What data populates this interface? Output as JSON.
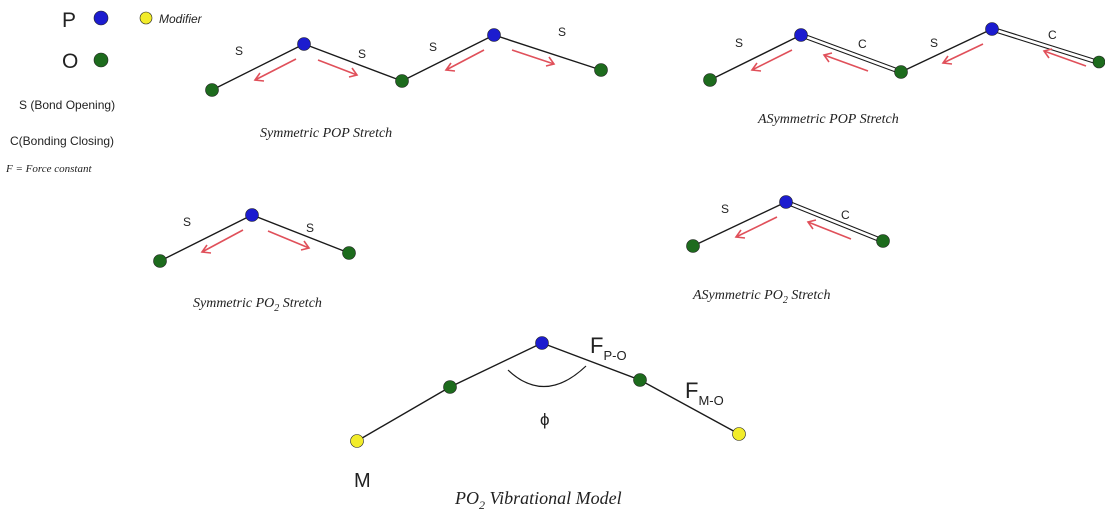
{
  "legend": {
    "p_letter": "P",
    "o_letter": "O",
    "modifier_label": "Modifier",
    "s_label": "S (Bond Opening)",
    "c_label": "C(Bonding Closing)",
    "f_label": "F = Force constant"
  },
  "colors": {
    "phosphorus": "#1c1ccf",
    "oxygen": "#1d6b1d",
    "modifier": "#f2ec2a",
    "arrow": "#e0505a",
    "bond": "#1a1a1a"
  },
  "diagrams": {
    "sym_pop": {
      "caption": "Symmetric POP Stretch",
      "labels": [
        "S",
        "S",
        "S",
        "S"
      ]
    },
    "asym_pop": {
      "caption": "ASymmetric POP Stretch",
      "labels": [
        "S",
        "C",
        "S",
        "C"
      ]
    },
    "sym_po2": {
      "caption_pre": "Symmetric PO",
      "caption_sub": "2",
      "caption_post": " Stretch",
      "labels": [
        "S",
        "S"
      ]
    },
    "asym_po2": {
      "caption_pre": "ASymmetric PO",
      "caption_sub": "2",
      "caption_post": " Stretch",
      "labels": [
        "S",
        "C"
      ]
    },
    "model": {
      "caption_pre": "PO",
      "caption_sub": "2",
      "caption_post": " Vibrational Model",
      "fpo_main": "F",
      "fpo_sub": "P-O",
      "fmo_main": "F",
      "fmo_sub": "M-O",
      "angle": "ϕ",
      "m_label": "M"
    }
  }
}
